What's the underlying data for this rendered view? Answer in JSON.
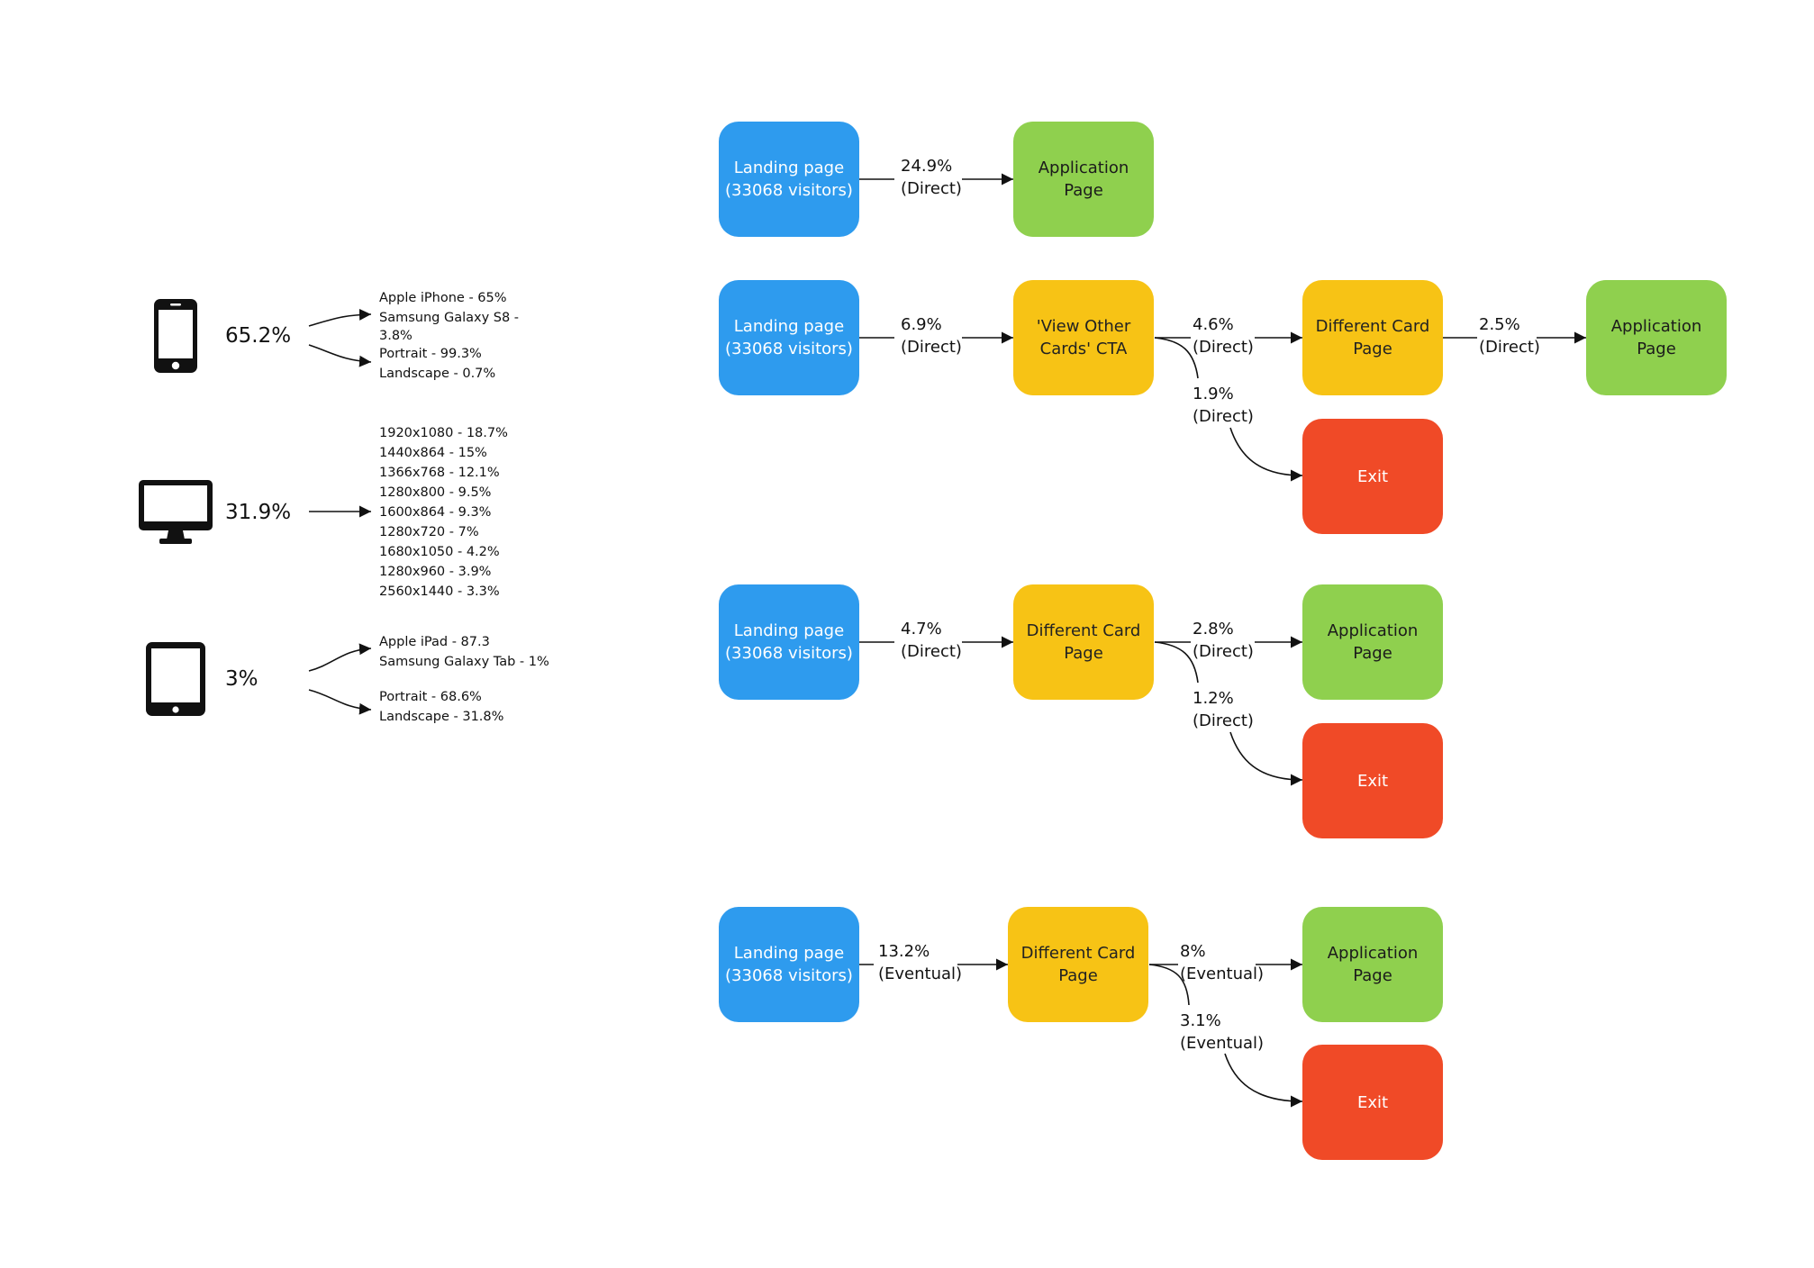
{
  "colors": {
    "landing": "#2e9bee",
    "application": "#8fd04e",
    "intermediate": "#f7c315",
    "exit": "#f04a27",
    "line": "#111111"
  },
  "devices": {
    "mobile": {
      "icon": "smartphone-icon",
      "percent": "65.2%",
      "list_a": [
        "Apple iPhone - 65%",
        "Samsung Galaxy S8 -",
        "3.8%"
      ],
      "list_b": [
        "Portrait - 99.3%",
        "Landscape -  0.7%"
      ]
    },
    "desktop": {
      "icon": "desktop-monitor-icon",
      "percent": "31.9%",
      "resolutions": [
        "1920x1080 - 18.7%",
        "1440x864 - 15%",
        "1366x768 - 12.1%",
        "1280x800 - 9.5%",
        "1600x864 - 9.3%",
        "1280x720 - 7%",
        "1680x1050 - 4.2%",
        "1280x960 - 3.9%",
        "2560x1440 - 3.3%"
      ]
    },
    "tablet": {
      "icon": "tablet-icon",
      "percent": "3%",
      "list_a": [
        "Apple iPad - 87.3",
        "Samsung Galaxy Tab -  1%"
      ],
      "list_b": [
        "Portrait - 68.6%",
        "Landscape -  31.8%"
      ]
    }
  },
  "flows": {
    "f1": {
      "landing": "Landing page\n(33068 visitors)",
      "e1": "24.9%\n(Direct)",
      "app": "Application Page"
    },
    "f2": {
      "landing": "Landing page\n(33068 visitors)",
      "e1": "6.9%\n(Direct)",
      "cta": "'View Other\nCards' CTA",
      "e2": "4.6%\n(Direct)",
      "diff": "Different Card\nPage",
      "e3": "2.5%\n(Direct)",
      "app": "Application Page",
      "e4": "1.9%\n(Direct)",
      "exit": "Exit"
    },
    "f3": {
      "landing": "Landing page\n(33068 visitors)",
      "e1": "4.7%\n(Direct)",
      "diff": "Different Card\nPage",
      "e2": "2.8%\n(Direct)",
      "app": "Application Page",
      "e3": "1.2%\n(Direct)",
      "exit": "Exit"
    },
    "f4": {
      "landing": "Landing page\n(33068 visitors)",
      "e1": "13.2%\n(Eventual)",
      "diff": "Different Card\nPage",
      "e2": "8%\n(Eventual)",
      "app": "Application Page",
      "e3": "3.1%\n(Eventual)",
      "exit": "Exit"
    }
  }
}
